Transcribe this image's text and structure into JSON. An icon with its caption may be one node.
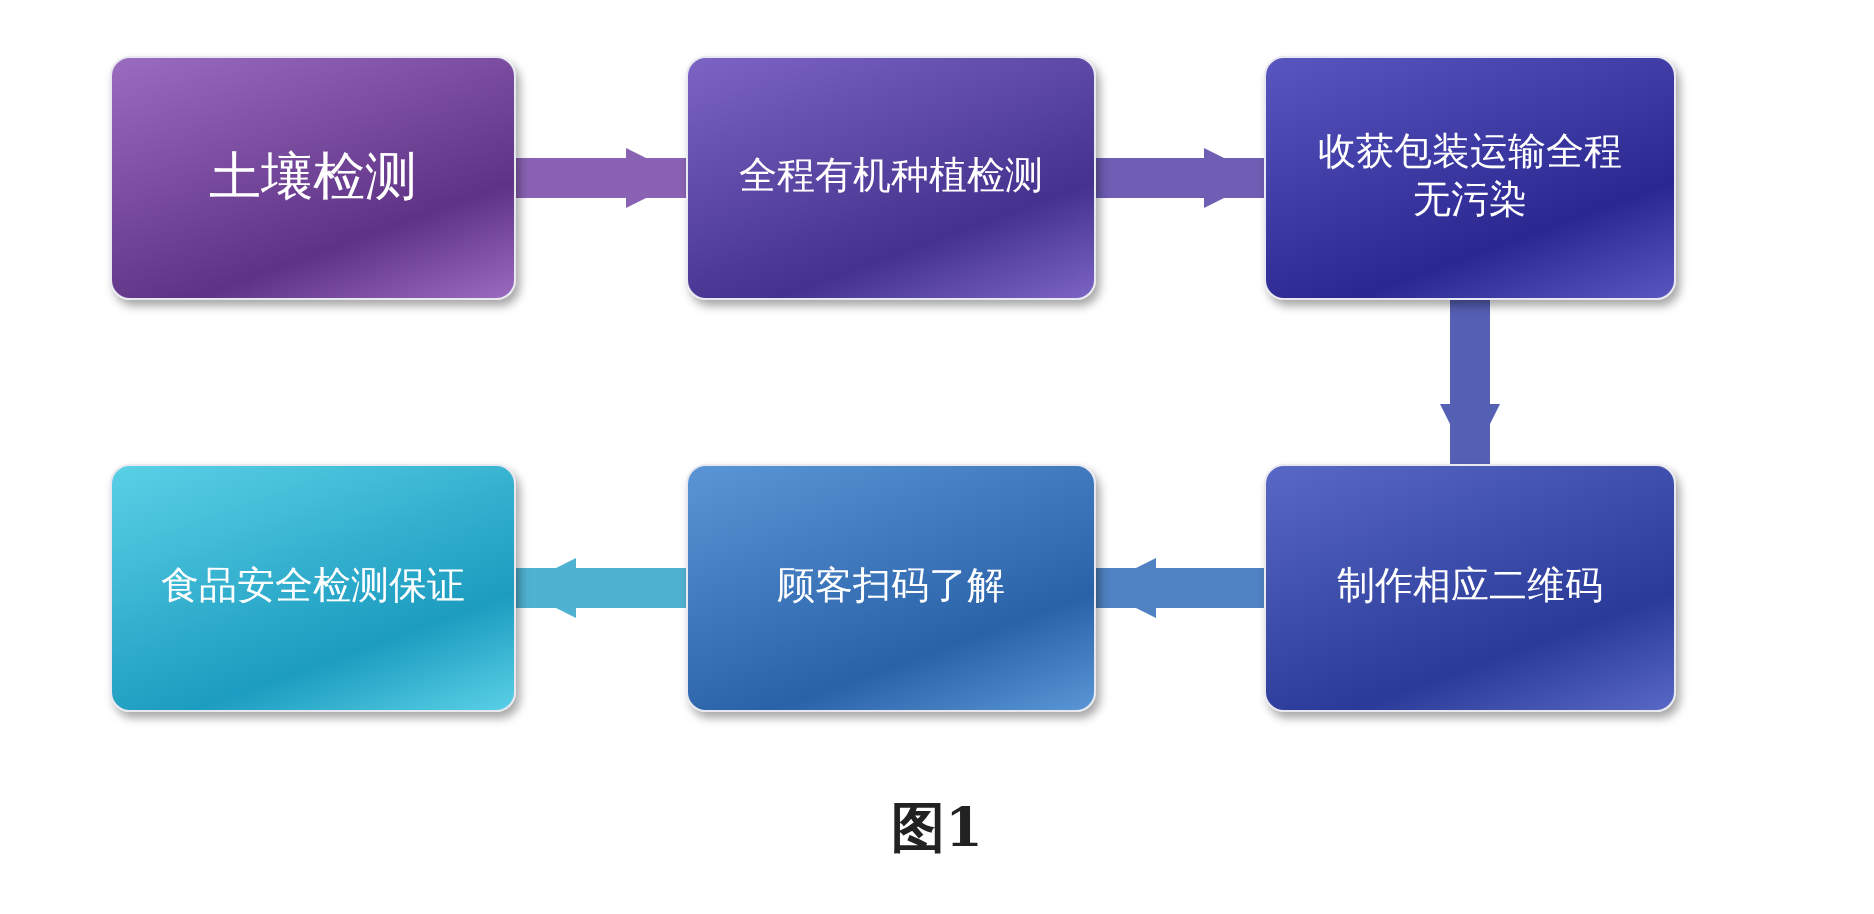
{
  "diagram": {
    "caption": "图1",
    "nodes": [
      {
        "text": [
          "土壤检测"
        ]
      },
      {
        "text": [
          "全程有机种植检测"
        ]
      },
      {
        "text": [
          "收获包装运输全程无污染"
        ]
      },
      {
        "text": [
          "制作相应二维码"
        ]
      },
      {
        "text": [
          "顾客扫码了解"
        ]
      },
      {
        "text": [
          "食品安全检测保证"
        ]
      }
    ],
    "edges": [
      {
        "from": 0,
        "to": 1,
        "arrow": "to",
        "color": "#8a62b4"
      },
      {
        "from": 1,
        "to": 2,
        "arrow": "to",
        "color": "#6e5eb4"
      },
      {
        "from": 2,
        "to": 3,
        "arrow": "to",
        "color": "#5560b4"
      },
      {
        "from": 3,
        "to": 4,
        "arrow": "to",
        "color": "#4f82c2"
      },
      {
        "from": 4,
        "to": 5,
        "arrow": "to",
        "color": "#4fb2d0"
      }
    ]
  }
}
